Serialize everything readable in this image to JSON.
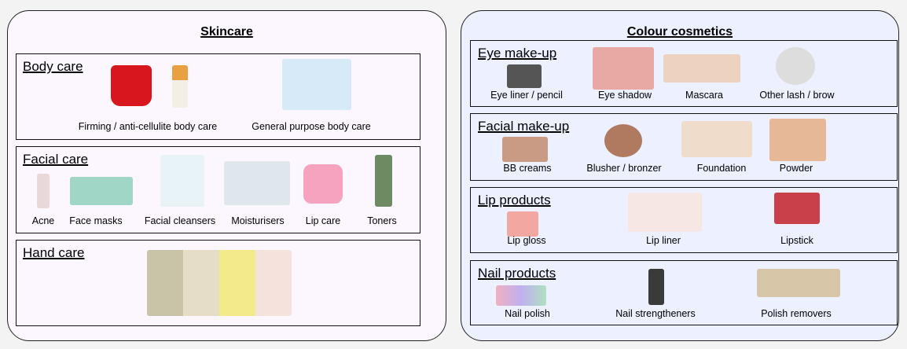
{
  "skincare": {
    "title": "Skincare",
    "body_care": {
      "label": "Body care",
      "items": [
        "Firming / anti-cellulite body care",
        "General purpose body care"
      ]
    },
    "facial_care": {
      "label": "Facial care",
      "items": [
        "Acne",
        "Face masks",
        "Facial cleansers",
        "Moisturisers",
        "Lip care",
        "Toners"
      ]
    },
    "hand_care": {
      "label": "Hand care"
    }
  },
  "colour": {
    "title": "Colour cosmetics",
    "eye": {
      "label": "Eye make-up",
      "items": [
        "Eye liner / pencil",
        "Eye shadow",
        "Mascara",
        "Other lash / brow"
      ]
    },
    "facial": {
      "label": "Facial make-up",
      "items": [
        "BB creams",
        "Blusher / bronzer",
        "Foundation",
        "Powder"
      ]
    },
    "lip": {
      "label": "Lip products",
      "items": [
        "Lip gloss",
        "Lip liner",
        "Lipstick"
      ]
    },
    "nail": {
      "label": "Nail products",
      "items": [
        "Nail polish",
        "Nail strengtheners",
        "Polish removers"
      ]
    }
  },
  "colors": {
    "skincare_bg": "#fcf7ff",
    "colour_bg": "#ecf0ff"
  }
}
